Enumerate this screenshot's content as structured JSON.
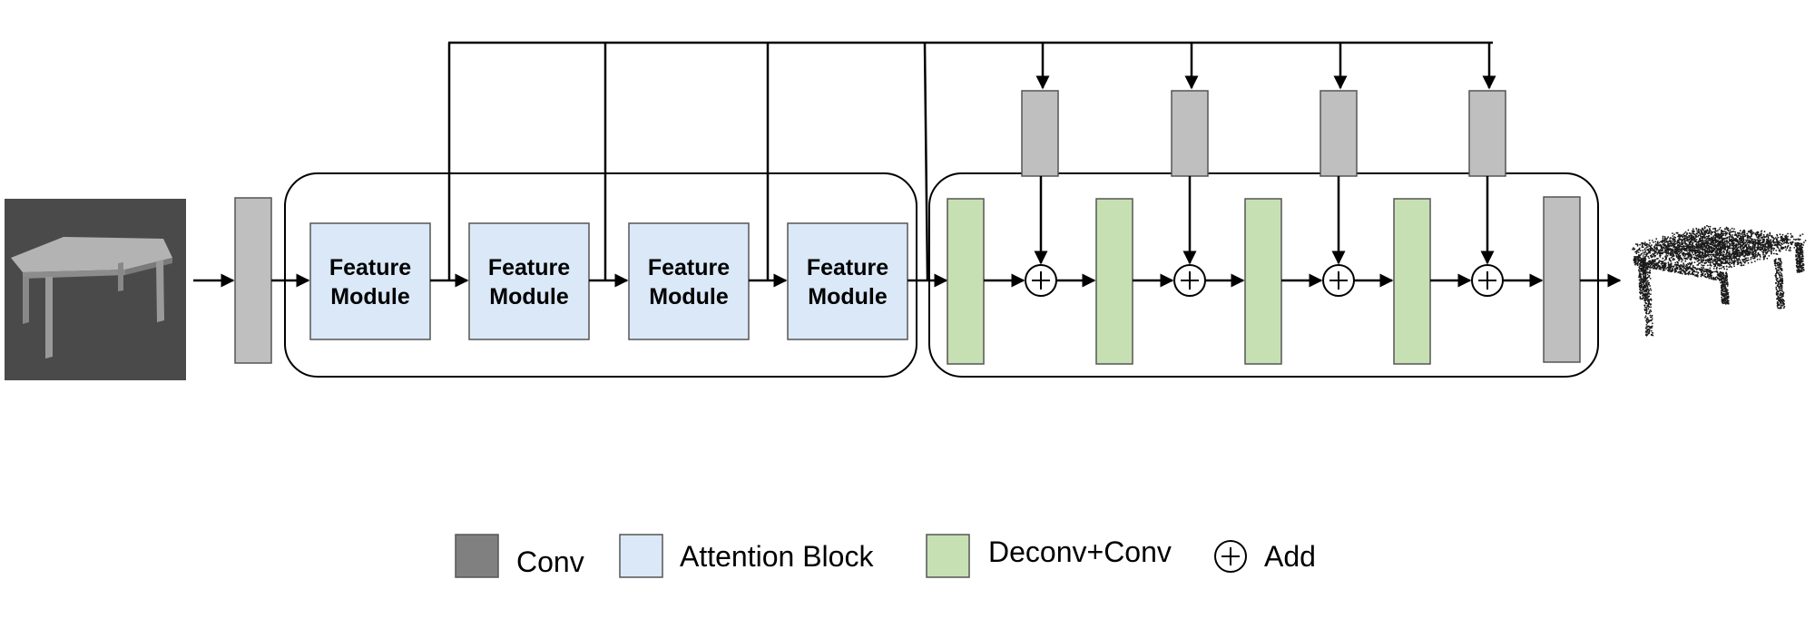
{
  "feature_modules": [
    {
      "line1": "Feature",
      "line2": "Module"
    },
    {
      "line1": "Feature",
      "line2": "Module"
    },
    {
      "line1": "Feature",
      "line2": "Module"
    },
    {
      "line1": "Feature",
      "line2": "Module"
    }
  ],
  "legend": {
    "conv": "Conv",
    "attention": "Attention Block",
    "deconv": "Deconv+Conv",
    "add": "Add"
  },
  "colors": {
    "conv": "#bfbfbf",
    "conv_legend": "#808080",
    "attention": "#dae8f7",
    "deconv": "#c6e0b4",
    "input_bg": "#4a4a4a",
    "table": "#a6a6a6",
    "point_cloud": "#1a1a1a"
  },
  "icons": {
    "input": "table-render-icon",
    "output": "point-cloud-icon",
    "add": "add-circle-icon"
  }
}
